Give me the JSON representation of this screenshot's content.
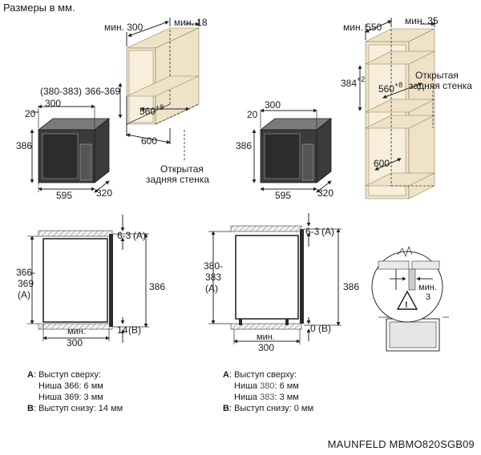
{
  "title": "Размеры в мм.",
  "model": "MAUNFELD MBMO820SGB09",
  "top_left": {
    "min300": "мин. 300",
    "min18": "мин. 18",
    "dim_380_383": "(380-383)",
    "dim_366_369": "366-369",
    "dim_300": "300",
    "dim_20": "20",
    "dim_386": "386",
    "dim_560": "560",
    "dim_560_tol": "+8",
    "dim_600": "600",
    "dim_595": "595",
    "dim_320": "320",
    "open_back_1": "Открытая",
    "open_back_2": "задняя стенка"
  },
  "top_mid": {
    "dim_300": "300",
    "dim_20": "20",
    "dim_386": "386",
    "dim_595": "595",
    "dim_320": "320"
  },
  "top_right": {
    "min550": "мин. 550",
    "min35": "мин. 35",
    "dim_384": "384",
    "dim_384_tol": "+2",
    "dim_560": "560",
    "dim_560_tol": "+8",
    "dim_600": "600",
    "open_back_1": "Открытая",
    "open_back_2": "задняя стенка"
  },
  "side_left": {
    "dim_63": "6-3",
    "label_a": "(A)",
    "dim_366": "366-",
    "dim_369": "369",
    "label_a2": "(A)",
    "dim_386": "386",
    "dim_14": "14",
    "label_b": "(B)",
    "min": "мин.",
    "dim_300": "300"
  },
  "side_mid": {
    "dim_63": "6-3",
    "label_a": "(A)",
    "dim_380": "380-",
    "dim_383": "383",
    "label_a2": "(A)",
    "dim_386": "386",
    "dim_0": "0",
    "label_b": "(B)",
    "min": "мин.",
    "dim_300": "300"
  },
  "detail": {
    "min": "мин.",
    "dim_3": "3",
    "warning_icon": "warning-triangle-icon"
  },
  "notes_left": {
    "a_label": "A",
    "a_text": ": Выступ сверху:",
    "n366": "Ниша 366: 6 мм",
    "n369": "Ниша 369: 3 мм",
    "b_label": "B",
    "b_text": ": Выступ снизу: 14 мм"
  },
  "notes_right": {
    "a_label": "A",
    "a_text": ": Выступ сверху:",
    "n380_pre": "Ниша ",
    "n380_num": "380",
    "n380_post": ": 6 мм",
    "n383_pre": "Ниша ",
    "n383_num": "383",
    "n383_post": ": 3 мм",
    "b_label": "B",
    "b_text": ": Выступ снизу: 0 мм"
  }
}
